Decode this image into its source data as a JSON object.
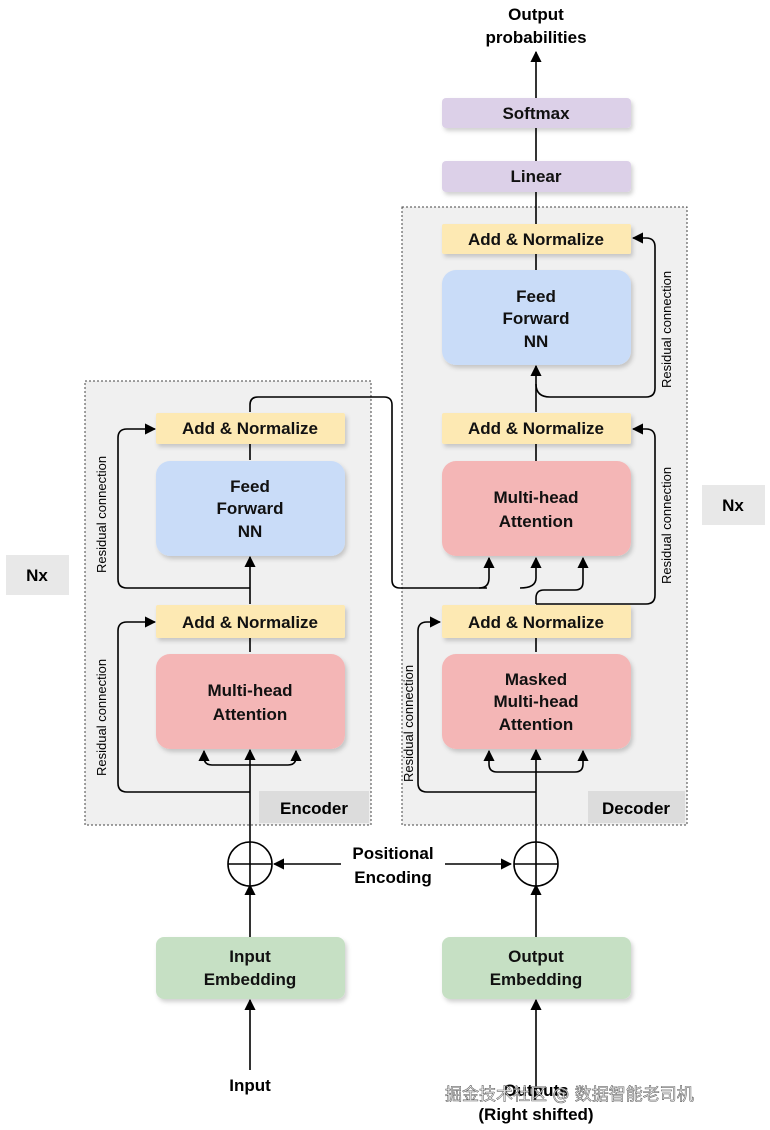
{
  "colors": {
    "attention": "#f4b6b6",
    "feed_forward": "#c9dcf8",
    "add_norm": "#fde9b3",
    "embedding": "#c6e0c4",
    "output_layer": "#dcd0e8",
    "stack_bg": "#f0f0f0",
    "tag_bg": "#e0e0e0"
  },
  "labels": {
    "output_probabilities": [
      "Output",
      "probabilities"
    ],
    "softmax": "Softmax",
    "linear": "Linear",
    "encoder": "Encoder",
    "decoder": "Decoder",
    "nx_left": "Nx",
    "nx_right": "Nx",
    "positional_encoding": [
      "Positional",
      "Encoding"
    ],
    "input": "Input",
    "outputs": [
      "Outputs",
      "(Right shifted)"
    ],
    "residual": "Residual connection",
    "watermark": "掘金技术社区 @ 数据智能老司机"
  },
  "encoder": {
    "add_norm_top": "Add & Normalize",
    "feed_forward": [
      "Feed",
      "Forward",
      "NN"
    ],
    "add_norm_bottom": "Add & Normalize",
    "attention": [
      "Multi-head",
      "Attention"
    ],
    "embedding": [
      "Input",
      "Embedding"
    ]
  },
  "decoder": {
    "add_norm_top": "Add & Normalize",
    "feed_forward": [
      "Feed",
      "Forward",
      "NN"
    ],
    "add_norm_mid": "Add & Normalize",
    "cross_attention": [
      "Multi-head",
      "Attention"
    ],
    "add_norm_bottom": "Add & Normalize",
    "masked_attention": [
      "Masked",
      "Multi-head",
      "Attention"
    ],
    "embedding": [
      "Output",
      "Embedding"
    ]
  }
}
